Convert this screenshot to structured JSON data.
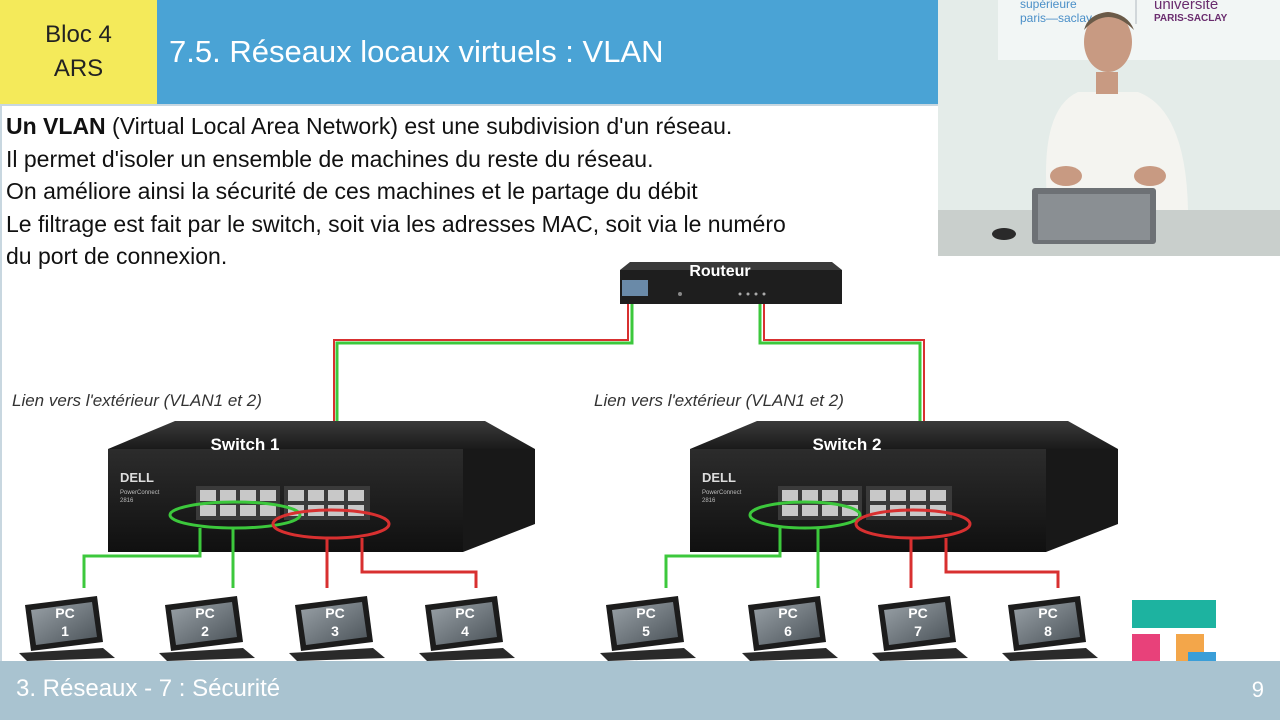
{
  "header": {
    "bloc_line1": "Bloc 4",
    "bloc_line2": "ARS",
    "title": "7.5. Réseaux locaux virtuels : VLAN"
  },
  "body": {
    "line1_bold": "Un VLAN",
    "line1_rest": " (Virtual Local Area Network) est une subdivision d'un réseau.",
    "line2": "Il permet d'isoler un ensemble de machines du reste du réseau.",
    "line3": "On améliore ainsi la sécurité de ces machines et le partage du débit",
    "line4": "Le filtrage est fait par le switch, soit via les adresses MAC, soit via le numéro",
    "line5": "du port de connexion."
  },
  "video": {
    "logo_left_line1": "supérieure",
    "logo_left_line2": "paris—saclay",
    "logo_right_line1": "université",
    "logo_right_line2": "PARIS-SACLAY"
  },
  "diagram": {
    "router_label": "Routeur",
    "switch1_label": "Switch 1",
    "switch2_label": "Switch 2",
    "brand": "DELL",
    "model_line1": "PowerConnect",
    "model_line2": "2816",
    "link_label_1": "Lien vers l'extérieur (VLAN1 et 2)",
    "link_label_2": "Lien vers l'extérieur (VLAN1 et 2)",
    "pc_label": "PC",
    "pcs": [
      "1",
      "2",
      "3",
      "4",
      "5",
      "6",
      "7",
      "8"
    ],
    "colors": {
      "vlan1": "#3cc83c",
      "vlan2": "#d83030"
    }
  },
  "footer": {
    "left": "3. Réseaux  - 7 : Sécurité",
    "page_number": "9"
  }
}
